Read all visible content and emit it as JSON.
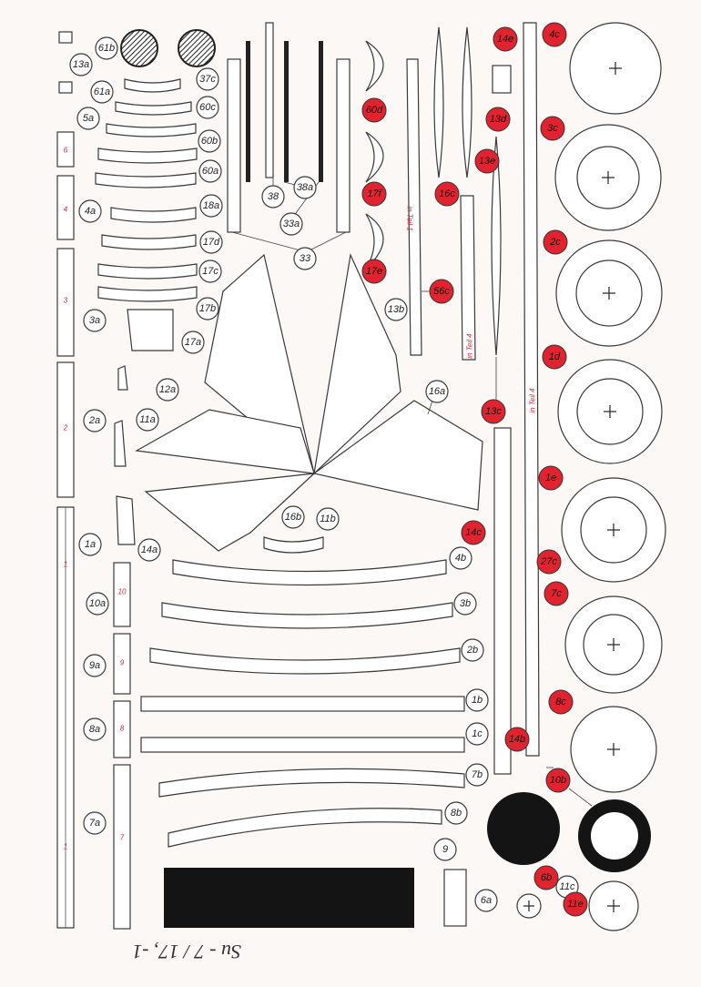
{
  "sheet_label": "Su - 7 / 17, -1",
  "colors": {
    "paper": "#fbf8f6",
    "outline": "#3a3a3a",
    "red_badge": "#e0232e",
    "black_fill": "#141414",
    "red_mark": "#d23"
  },
  "labels": {
    "p61b": "61b",
    "p37c": "37c",
    "p13a": "13a",
    "p61a": "61a",
    "p60c": "60c",
    "p5a": "5a",
    "p60b": "60b",
    "p60a": "60a",
    "p4a": "4a",
    "p18a": "18a",
    "p17d": "17d",
    "p17c": "17c",
    "p3a": "3a",
    "p17b": "17b",
    "p17a": "17a",
    "p12a": "12a",
    "p2a": "2a",
    "p11a": "11a",
    "p14a": "14a",
    "p1a": "1a",
    "p10a": "10a",
    "p9a": "9a",
    "p8a": "8a",
    "p7a": "7a",
    "p38": "38",
    "p38a": "38a",
    "p33a": "33a",
    "p33": "33",
    "p60d": "60d",
    "p17f": "17f",
    "p17e": "17e",
    "p13b": "13b",
    "p56c": "56c",
    "p14e": "14e",
    "p13d": "13d",
    "p16c": "16c",
    "p13e": "13e",
    "p13c": "13c",
    "p16a": "16a",
    "p16b": "16b",
    "p11b": "11b",
    "p14c": "14c",
    "p4b": "4b",
    "p3b": "3b",
    "p2b": "2b",
    "p1b": "1b",
    "p1c": "1c",
    "p7b": "7b",
    "p8b": "8b",
    "p9": "9",
    "p6a": "6a",
    "p14b": "14b",
    "p4c": "4c",
    "p3c": "3c",
    "p2c": "2c",
    "p1d": "1d",
    "p1e": "1e",
    "p27c": "27c",
    "p7c": "7c",
    "p8c": "8c",
    "p10b": "10b",
    "p6b": "6b",
    "p11c": "11c",
    "p11e": "11e"
  },
  "fold_text": {
    "in_teil_1": "in Teil 1",
    "in_teil_4": "in Teil 4",
    "in_teil_4b": "in Teil 4"
  }
}
